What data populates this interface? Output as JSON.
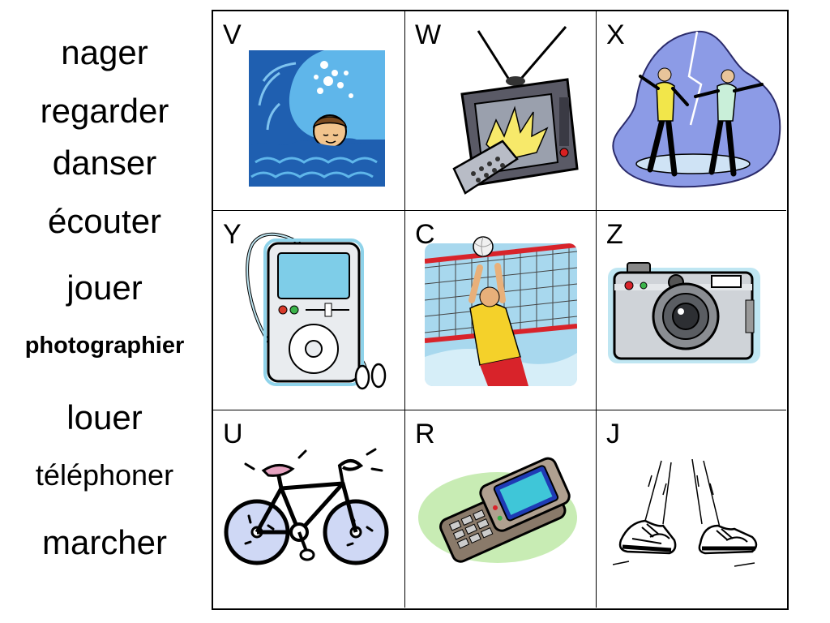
{
  "words": [
    {
      "id": "nager",
      "text": "nager"
    },
    {
      "id": "regarder",
      "text": "regarder"
    },
    {
      "id": "danser",
      "text": "danser"
    },
    {
      "id": "ecouter",
      "text": "écouter"
    },
    {
      "id": "jouer",
      "text": "jouer"
    },
    {
      "id": "photographier",
      "text": "photographier"
    },
    {
      "id": "louer",
      "text": "louer"
    },
    {
      "id": "telephoner",
      "text": "téléphoner"
    },
    {
      "id": "marcher",
      "text": "marcher"
    }
  ],
  "cells": [
    {
      "letter": "V",
      "icon": "swimmer-wave-icon"
    },
    {
      "letter": "W",
      "icon": "television-remote-icon"
    },
    {
      "letter": "X",
      "icon": "dancers-icon"
    },
    {
      "letter": "Y",
      "icon": "music-player-icon"
    },
    {
      "letter": "C",
      "icon": "volleyball-player-icon"
    },
    {
      "letter": "Z",
      "icon": "camera-icon"
    },
    {
      "letter": "U",
      "icon": "bicycle-icon"
    },
    {
      "letter": "R",
      "icon": "mobile-phone-icon"
    },
    {
      "letter": "J",
      "icon": "walking-shoes-icon"
    }
  ],
  "colors": {
    "border": "#000000",
    "background": "#ffffff"
  }
}
